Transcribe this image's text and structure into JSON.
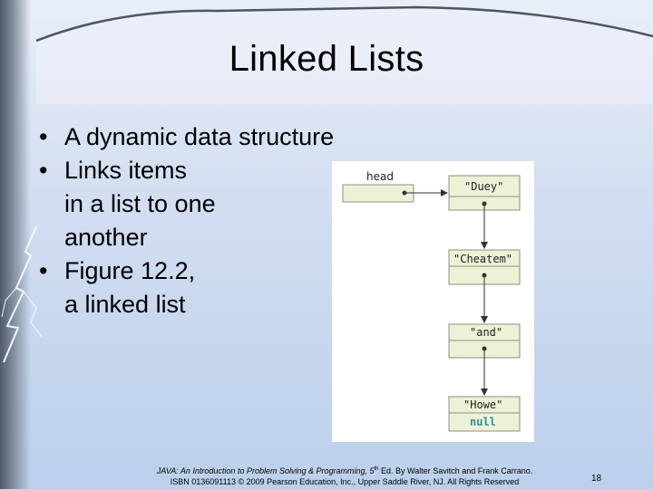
{
  "slide": {
    "title": "Linked Lists",
    "bullets": [
      {
        "lines": [
          "A dynamic data structure"
        ]
      },
      {
        "lines": [
          "Links items",
          "in a list to one",
          "another"
        ]
      },
      {
        "lines": [
          "Figure 12.2,",
          "a linked list"
        ]
      }
    ],
    "bullet_symbol": "•"
  },
  "figure": {
    "head_label": "head",
    "nodes": [
      {
        "label": "\"Duey\""
      },
      {
        "label": "\"Cheatem\""
      },
      {
        "label": "\"and\""
      },
      {
        "label": "\"Howe\""
      }
    ],
    "null_label": "null"
  },
  "footer": {
    "book_title": "JAVA: An Introduction to Problem Solving & Programming, 5",
    "edition_suffix": "th",
    "rest_line1": " Ed. By Walter Savitch and Frank Carrano.",
    "line2": "ISBN 0136091113 © 2009 Pearson Education, Inc., Upper Saddle River, NJ. All Rights Reserved"
  },
  "page_number": "18",
  "colors": {
    "node_fill": "#eef1d6",
    "node_border": "#8c8f80",
    "null_text": "#2d8fa0"
  }
}
